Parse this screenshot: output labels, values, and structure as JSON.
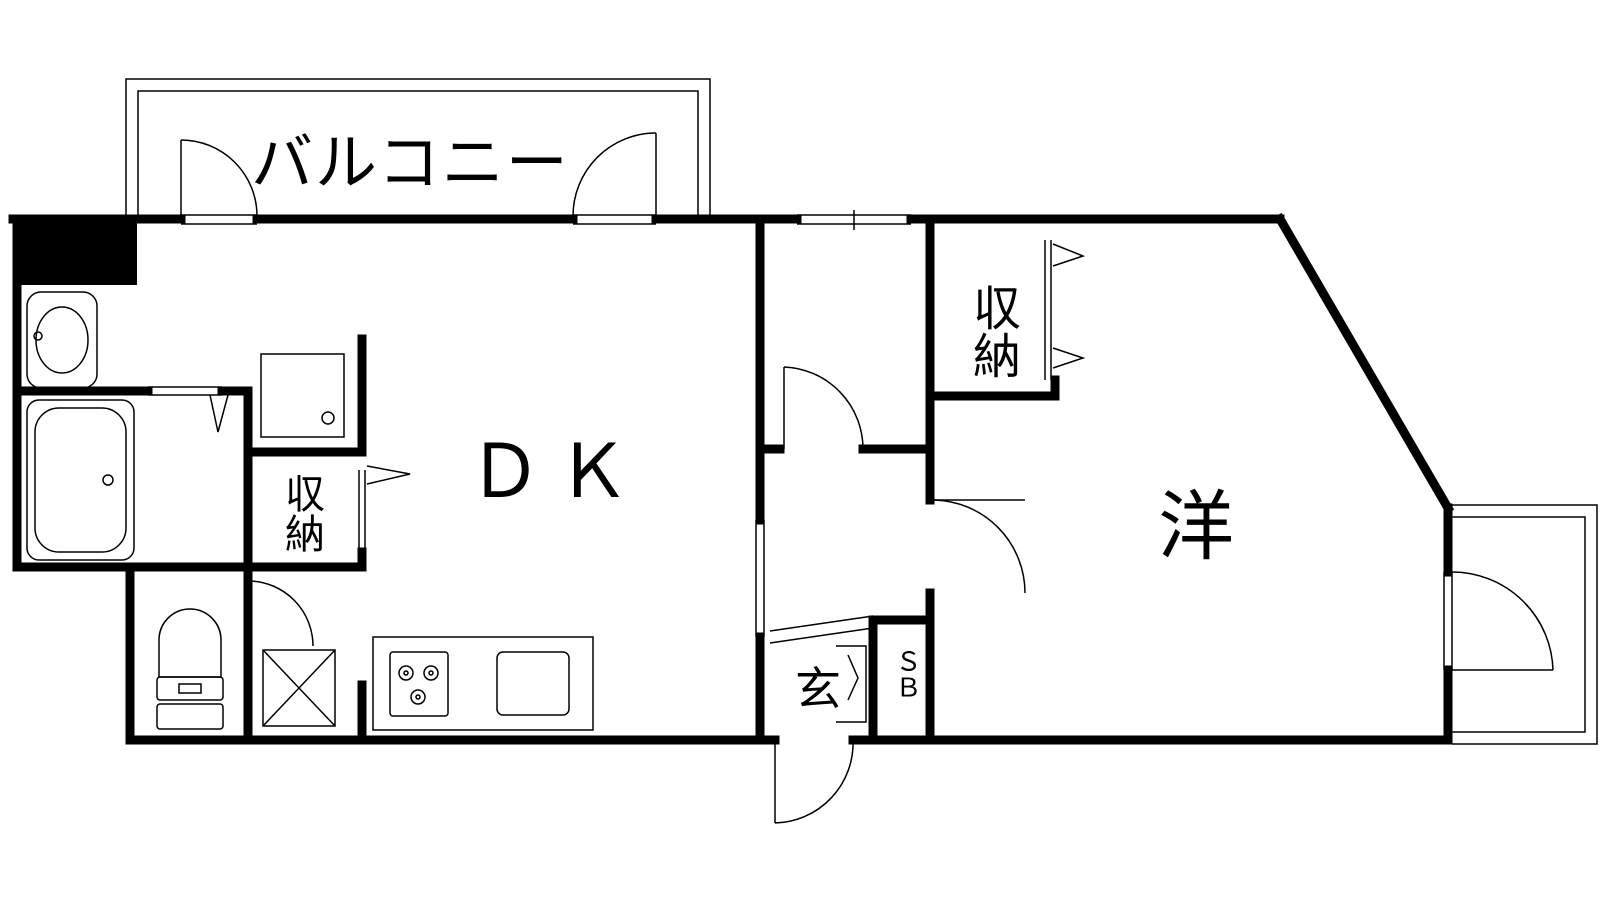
{
  "floor_plan": {
    "labels": {
      "balcony": "バルコニー",
      "dk": "ＤＫ",
      "western_room": "洋",
      "storage_top": "収納",
      "storage_bath": "収納",
      "entrance": "玄",
      "shoe_box": "ＳＢ"
    }
  }
}
